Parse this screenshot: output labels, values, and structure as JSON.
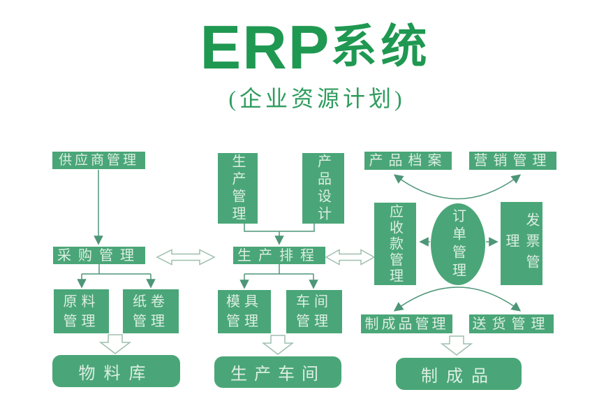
{
  "title": {
    "erp": "ERP",
    "suffix": "系统",
    "subtitle": "(企业资源计划)"
  },
  "colors": {
    "title_green": "#1f9851",
    "box_green": "#4aa678",
    "box_text": "#ddeee3",
    "connector_green": "#4d9678",
    "hollow_arrow_outline": "#9dbfad",
    "background": "#ffffff"
  },
  "nodes": {
    "supplier_mgmt": "供应商管理",
    "purchase_mgmt": "采购管理",
    "raw_material_mgmt": "原料管理",
    "paper_roll_mgmt": "纸卷管理",
    "material_warehouse": "物料库",
    "production_mgmt": "生产管理",
    "product_design": "产品设计",
    "production_scheduling": "生产排程",
    "mold_mgmt": "模具管理",
    "workshop_mgmt": "车间管理",
    "production_workshop": "生产车间",
    "product_archive": "产品档案",
    "marketing_mgmt": "营销管理",
    "receivables_mgmt": "应收款管理",
    "order_mgmt": "订单管理",
    "invoice_mgmt": "发票管理",
    "finished_goods_mgmt": "制成品管理",
    "delivery_mgmt": "送货管理",
    "finished_goods": "制成品"
  }
}
